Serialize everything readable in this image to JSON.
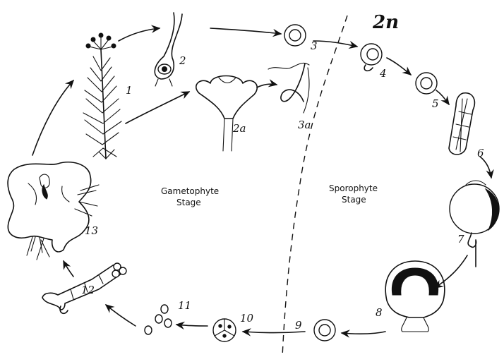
{
  "ploidy_mark": "2n",
  "stage_labels": {
    "gametophyte_line1": "Gametophyte",
    "gametophyte_line2": "Stage",
    "sporophyte_line1": "Sporophyte",
    "sporophyte_line2": "Stage"
  },
  "figure_numbers": {
    "n1": "1",
    "n2": "2",
    "n2a": "2a",
    "n3": "3",
    "n3a": "3a",
    "n4": "4",
    "n5": "5",
    "n6": "6",
    "n7": "7",
    "n8": "8",
    "n9": "9",
    "n10": "10",
    "n11": "11",
    "n12": "12",
    "n13": "13"
  }
}
